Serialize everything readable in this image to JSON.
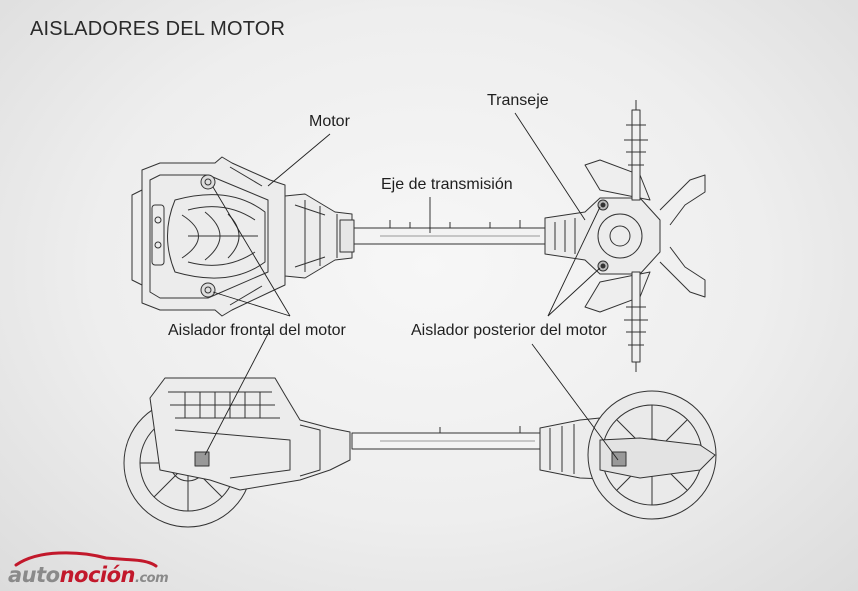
{
  "title": "AISLADORES DEL MOTOR",
  "labels": {
    "motor": "Motor",
    "eje_transmision": "Eje de transmisión",
    "transeje": "Transeje",
    "aislador_frontal": "Aislador frontal del motor",
    "aislador_posterior": "Aislador posterior del motor"
  },
  "logo": {
    "part1": "auto",
    "part2": "noción",
    "part3": ".com",
    "icon": "car-silhouette-icon",
    "colors": {
      "gray": "#8a8a8a",
      "red": "#c2182b"
    }
  }
}
